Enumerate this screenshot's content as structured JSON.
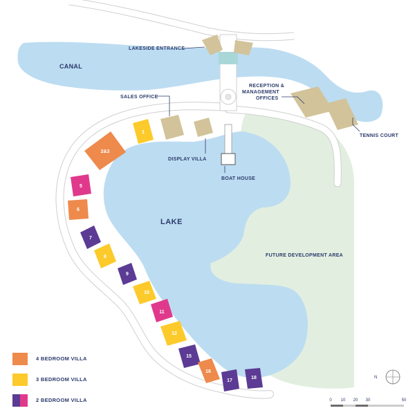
{
  "labels": {
    "canal": "CANAL",
    "lakeside_entrance": "LAKESIDE ENTRANCE",
    "sales_office": "SALES OFFICE",
    "reception_line1": "RECEPTION &",
    "reception_line2": "MANAGEMENT",
    "reception_line3": "OFFICES",
    "tennis_court": "TENNIS COURT",
    "display_villa": "DISPLAY VILLA",
    "boat_house": "BOAT HOUSE",
    "lake": "LAKE",
    "future_development": "FUTURE DEVELOPMENT AREA"
  },
  "villas": [
    {
      "id": "1",
      "label": "1",
      "type": "3bed"
    },
    {
      "id": "2and3",
      "label": "2&3",
      "type": "4bed"
    },
    {
      "id": "5",
      "label": "5",
      "type": "2bed-pink"
    },
    {
      "id": "6",
      "label": "6",
      "type": "4bed"
    },
    {
      "id": "7",
      "label": "7",
      "type": "2bed-purple"
    },
    {
      "id": "8",
      "label": "8",
      "type": "3bed"
    },
    {
      "id": "9",
      "label": "9",
      "type": "2bed-purple"
    },
    {
      "id": "10",
      "label": "10",
      "type": "3bed"
    },
    {
      "id": "11",
      "label": "11",
      "type": "2bed-pink"
    },
    {
      "id": "12",
      "label": "12",
      "type": "3bed"
    },
    {
      "id": "15",
      "label": "15",
      "type": "2bed-purple"
    },
    {
      "id": "16",
      "label": "16",
      "type": "4bed"
    },
    {
      "id": "17",
      "label": "17",
      "type": "2bed-purple"
    },
    {
      "id": "18",
      "label": "18",
      "type": "2bed-purple"
    }
  ],
  "legend": [
    {
      "label": "4 BEDROOM VILLA",
      "color": "#ee8a4c"
    },
    {
      "label": "3 BEDROOM VILLA",
      "color": "#fccb2b"
    },
    {
      "label": "2 BEDROOM VILLA",
      "colors": [
        "#5b3b94",
        "#e0398c"
      ]
    }
  ],
  "colors": {
    "water": "#bcdcf1",
    "green": "#e2efe0",
    "buildings": "#d2c39a",
    "roads": "#ffffff",
    "text": "#2b3a6b",
    "four_bed": "#ee8a4c",
    "three_bed": "#fccb2b",
    "two_bed_purple": "#5b3b94",
    "two_bed_pink": "#e0398c"
  },
  "compass": {
    "label": "N"
  },
  "scale": {
    "ticks": [
      "0",
      "10",
      "20",
      "30",
      "50"
    ]
  }
}
